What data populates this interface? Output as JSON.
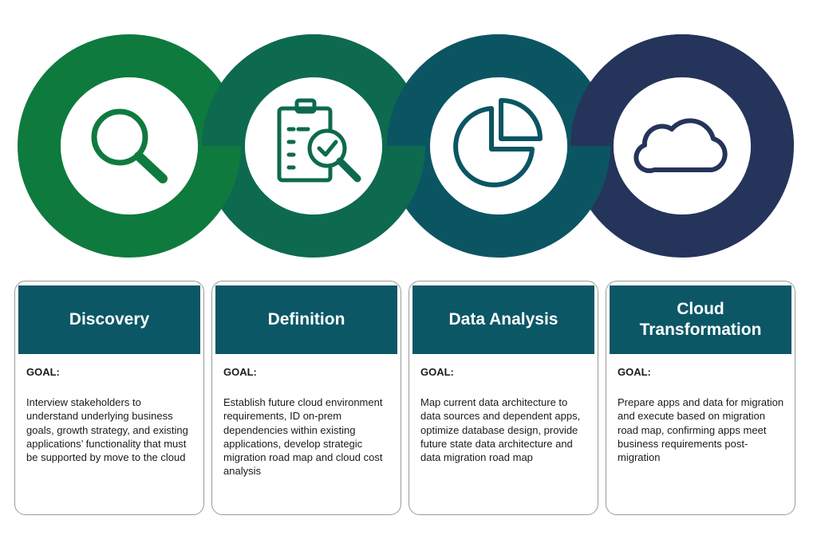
{
  "colors": {
    "ring1": "#0f7a3e",
    "ring2": "#0d6a4e",
    "ring3": "#0b5563",
    "ring4": "#25345a",
    "card_header": "#0b5766"
  },
  "steps": [
    {
      "icon": "magnifier-icon",
      "title": "Discovery",
      "goal_label": "GOAL:",
      "text": "Interview stakeholders to understand underlying business goals, growth strategy, and existing applications’ functionality that must be supported by move to the cloud"
    },
    {
      "icon": "clipboard-check-icon",
      "title": "Definition",
      "goal_label": "GOAL:",
      "text": "Establish future cloud environment requirements, ID on-prem dependencies within existing applications, develop strategic migration road map and cloud cost analysis"
    },
    {
      "icon": "pie-chart-icon",
      "title": "Data Analysis",
      "goal_label": "GOAL:",
      "text": "Map current data architecture to data sources and dependent apps, optimize database design, provide future state data architecture and data migration road map"
    },
    {
      "icon": "cloud-icon",
      "title": "Cloud Transformation",
      "goal_label": "GOAL:",
      "text": "Prepare apps and data for migration and execute based on migration road map, confirming apps meet business requirements post-migration"
    }
  ]
}
